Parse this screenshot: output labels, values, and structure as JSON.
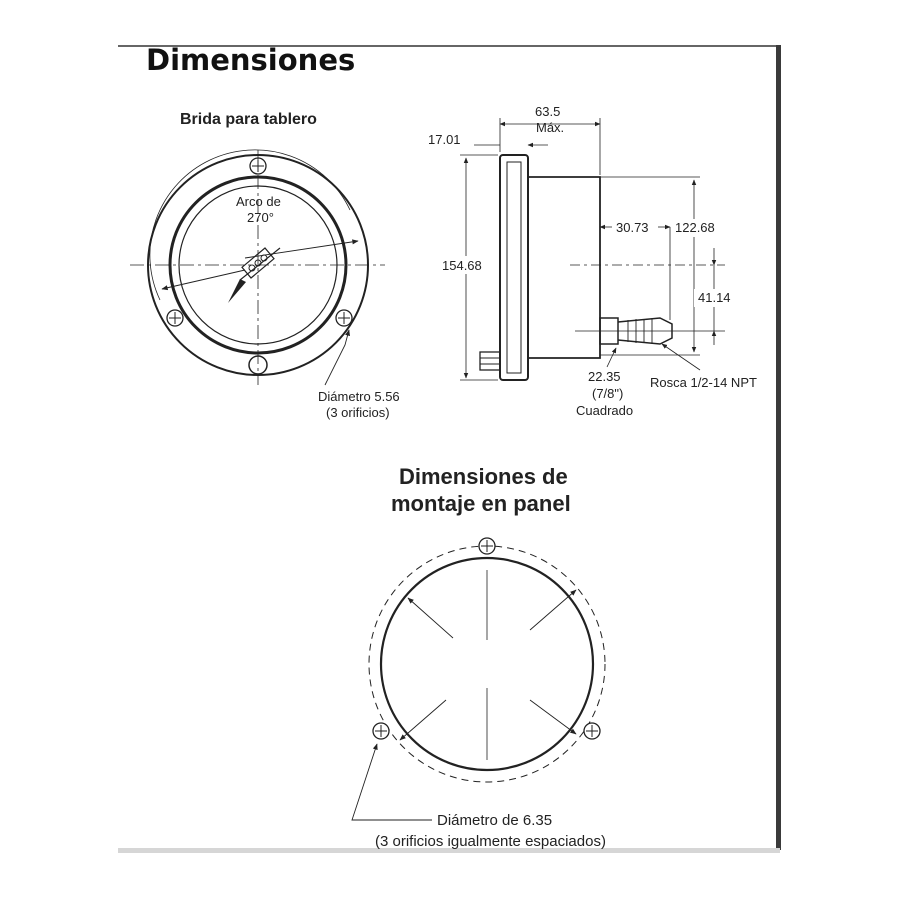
{
  "title": "Dimensiones",
  "flange": {
    "heading": "Brida para tablero",
    "arc_line1": "Arco de",
    "arc_line2": "270°",
    "hole_line1": "Diámetro 5.56",
    "hole_line2": "(3 orificios)"
  },
  "side": {
    "dim_17": "17.01",
    "dim_635_a": "63.5",
    "dim_635_b": "Máx.",
    "dim_3073": "30.73",
    "dim_12268": "122.68",
    "dim_15468": "154.68",
    "dim_4114": "41.14",
    "dim_2235_a": "22.35",
    "dim_2235_b": "(7/8\")",
    "dim_2235_c": "Cuadrado",
    "thread": "Rosca 1/2-14 NPT"
  },
  "panel": {
    "heading_line1": "Dimensiones de",
    "heading_line2": "montaje en panel",
    "hole_line1": "Diámetro de 6.35",
    "hole_line2": "(3 orificios igualmente espaciados)"
  },
  "colors": {
    "line": "#222222",
    "frame": "#3a3a3a"
  }
}
